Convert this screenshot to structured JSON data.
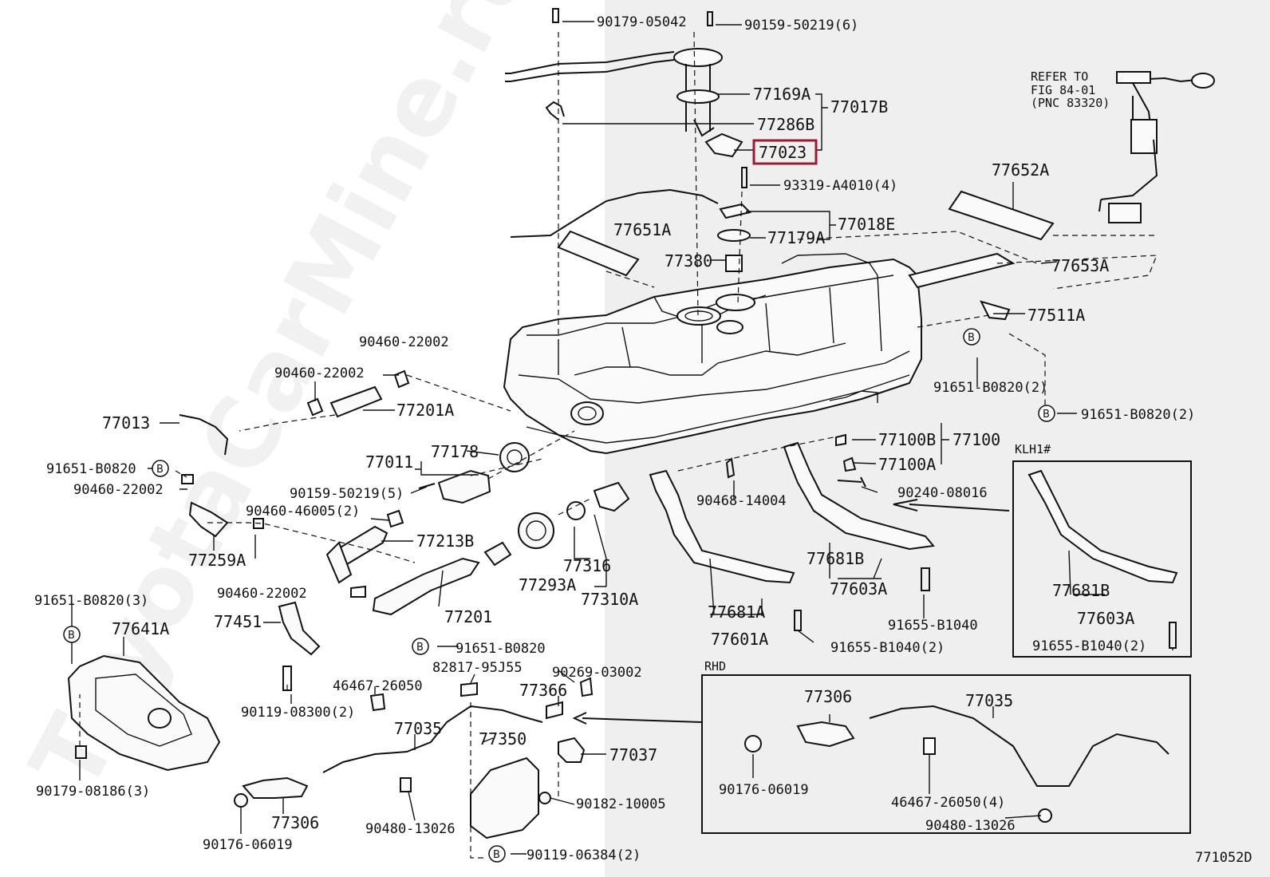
{
  "highlight_color": "#9b1b30",
  "watermark": "ToyotaCarMine.ru",
  "figure_code": "771052D",
  "refer_note": [
    "REFER TO",
    "FIG 84-01",
    "(PNC 83320)"
  ],
  "section_labels": {
    "klh": "KLH1#",
    "rhd": "RHD"
  },
  "circle_mark": "B",
  "callouts": {
    "p90179_05042": "90179-05042",
    "p90159_50219_6": "90159-50219(6)",
    "p77169A": "77169A",
    "p77017B": "77017B",
    "p77286B": "77286B",
    "p77023": "77023",
    "p93319": "93319-A4010(4)",
    "p77652A": "77652A",
    "p77018E": "77018E",
    "p77179A": "77179A",
    "p77651A": "77651A",
    "p77380": "77380",
    "p77653A": "77653A",
    "p77511A": "77511A",
    "p91651_b0820_2a": "91651-B0820(2)",
    "p91651_b0820_2b": "91651-B0820(2)",
    "p90460_22002_a": "90460-22002",
    "p90460_22002_b": "90460-22002",
    "p77201A": "77201A",
    "p77013": "77013",
    "p77011": "77011",
    "p77178": "77178",
    "p91651_b0820_a": "91651-B0820",
    "p90460_22002_c": "90460-22002",
    "p90159_50219_5": "90159-50219(5)",
    "p90460_46005": "90460-46005(2)",
    "p77213B": "77213B",
    "p77100B": "77100B",
    "p77100": "77100",
    "p77100A": "77100A",
    "p90468": "90468-14004",
    "p90240": "90240-08016",
    "p77259A": "77259A",
    "p90460_22002_d": "90460-22002",
    "p77316": "77316",
    "p77293A": "77293A",
    "p77310A": "77310A",
    "p77681B_a": "77681B",
    "p77603A_a": "77603A",
    "p77681B_b": "77681B",
    "p77603A_b": "77603A",
    "p91651_b0820_3": "91651-B0820(3)",
    "p77641A": "77641A",
    "p77451": "77451",
    "p77201": "77201",
    "p77681A": "77681A",
    "p77601A": "77601A",
    "p91655_b1040_a": "91655-B1040",
    "p91655_b1040_2a": "91655-B1040(2)",
    "p91655_b1040_2b": "91655-B1040(2)",
    "p91651_b0820_b": "91651-B0820",
    "p82817": "82817-95J55",
    "p90269": "90269-03002",
    "p46467_a": "46467-26050",
    "p77366": "77366",
    "p90119_08300": "90119-08300(2)",
    "p77035_a": "77035",
    "p77350": "77350",
    "p77037": "77037",
    "p77306_a": "77306",
    "p77035_b": "77035",
    "p90176_a": "90176-06019",
    "p46467_b": "46467-26050(4)",
    "p90179_08186": "90179-08186(3)",
    "p90182": "90182-10005",
    "p90480_a": "90480-13026",
    "p90480_b": "90480-13026",
    "p77306_b": "77306",
    "p90176_b": "90176-06019",
    "p90119_06384": "90119-06384(2)"
  }
}
